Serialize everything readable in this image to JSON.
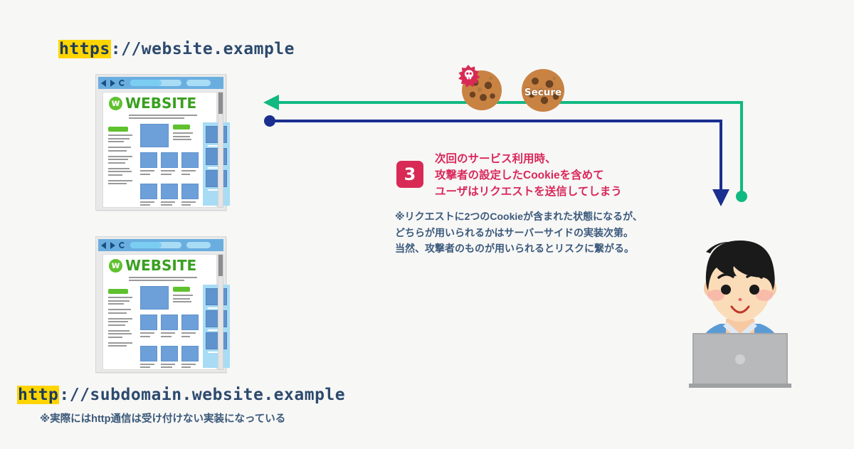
{
  "page": {
    "background_color": "#f7f7f6",
    "title": "Cookie Tossing attack - step 3 diagram"
  },
  "urls": {
    "top": {
      "scheme": "https",
      "highlighted": true,
      "rest": "://website.example"
    },
    "bottom": {
      "scheme": "http",
      "highlighted": true,
      "rest": "://subdomain.website.example"
    },
    "footnote": "※実際にはhttp通信は受け付けない実装になっている"
  },
  "browsers": [
    {
      "id": "browser-top",
      "logo_mark": "w",
      "logo_text": "WEBSITE",
      "nav": {
        "back": "back-arrow",
        "forward": "forward-arrow",
        "reload": "reload"
      }
    },
    {
      "id": "browser-bottom",
      "logo_mark": "w",
      "logo_text": "WEBSITE",
      "nav": {
        "back": "back-arrow",
        "forward": "forward-arrow",
        "reload": "reload"
      }
    }
  ],
  "cookies": [
    {
      "name": "attacker-cookie",
      "label": "",
      "badge": "skull",
      "badge_color": "#d82a55"
    },
    {
      "name": "secure-cookie",
      "label": "Secure",
      "badge": "",
      "badge_color": ""
    }
  ],
  "arrows": [
    {
      "name": "response-arrow",
      "color": "#10b981",
      "from": "right",
      "to": "left",
      "head": "arrow-left",
      "tail": "dot"
    },
    {
      "name": "request-arrow",
      "color": "#1a2f8f",
      "from": "left",
      "to": "down",
      "head": "arrow-down",
      "tail": "dot"
    }
  ],
  "step": {
    "number": "3",
    "badge_color": "#d82a55",
    "text_color": "#d9285a",
    "text": "次回のサービス利用時、\n攻撃者の設定したCookieを含めて\nユーザはリクエストを送信してしまう"
  },
  "note": {
    "text_color": "#3c5a7c",
    "text": "※リクエストに2つのCookieが含まれた状態になるが、\nどちらが用いられるかはサーバーサイドの実装次第。\n当然、攻撃者のものが用いられるとリスクに繋がる。"
  },
  "person": {
    "name": "user-illustration",
    "description": "man using a laptop"
  }
}
